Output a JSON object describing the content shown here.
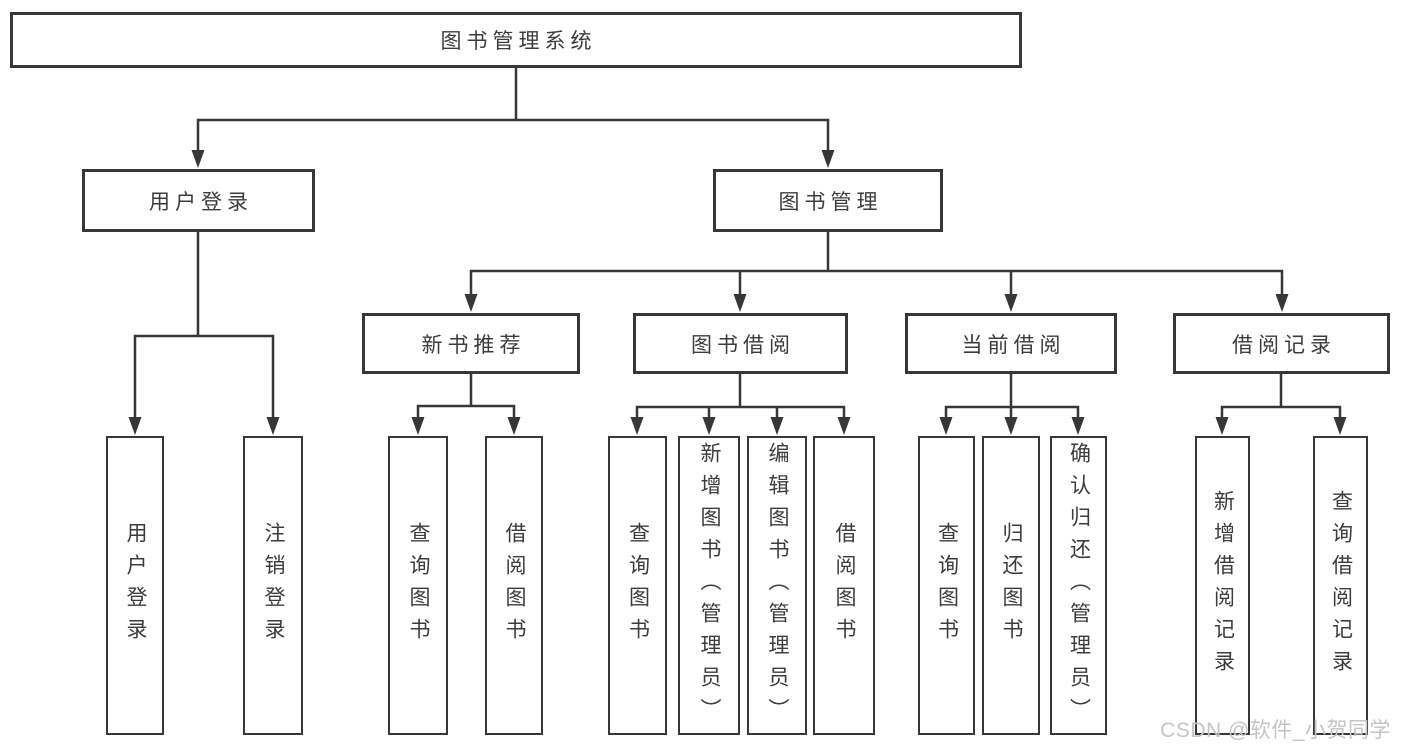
{
  "diagram": {
    "tree": {
      "label": "图书管理系统",
      "children": [
        {
          "label": "用户登录",
          "children": [
            {
              "label": "用户登录"
            },
            {
              "label": "注销登录"
            }
          ]
        },
        {
          "label": "图书管理",
          "children": [
            {
              "label": "新书推荐",
              "children": [
                {
                  "label": "查询图书"
                },
                {
                  "label": "借阅图书"
                }
              ]
            },
            {
              "label": "图书借阅",
              "children": [
                {
                  "label": "查询图书"
                },
                {
                  "label": "新增图书（管理员）"
                },
                {
                  "label": "编辑图书（管理员）"
                },
                {
                  "label": "借阅图书"
                }
              ]
            },
            {
              "label": "当前借阅",
              "children": [
                {
                  "label": "查询图书"
                },
                {
                  "label": "归还图书"
                },
                {
                  "label": "确认归还（管理员）"
                }
              ]
            },
            {
              "label": "借阅记录",
              "children": [
                {
                  "label": "新增借阅记录"
                },
                {
                  "label": "查询借阅记录"
                }
              ]
            }
          ]
        }
      ]
    },
    "colors": {
      "line": "#373737",
      "box_border": "#373737",
      "box_fill": "#ffffff",
      "text": "#3c3c3c",
      "watermark": "#c5c5c5",
      "background": "#ffffff"
    }
  },
  "watermark": {
    "text": "CSDN @软件_小贺同学"
  }
}
